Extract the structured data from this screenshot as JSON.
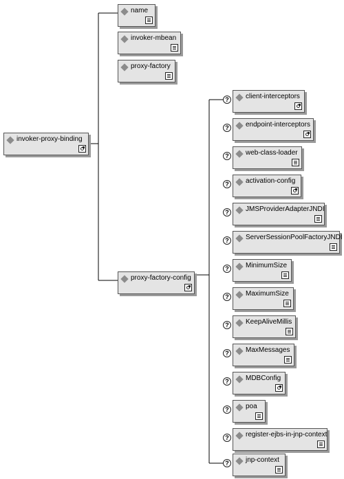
{
  "root": {
    "label": "invoker-proxy-binding",
    "badge": "complex"
  },
  "top_children": [
    {
      "label": "name",
      "badge": "simple"
    },
    {
      "label": "invoker-mbean",
      "badge": "simple"
    },
    {
      "label": "proxy-factory",
      "badge": "simple"
    },
    {
      "label": "proxy-factory-config",
      "badge": "complex"
    }
  ],
  "config_children": [
    {
      "label": "client-interceptors",
      "badge": "complex",
      "optional_marker": "?"
    },
    {
      "label": "endpoint-interceptors",
      "badge": "complex",
      "optional_marker": "?"
    },
    {
      "label": "web-class-loader",
      "badge": "simple",
      "optional_marker": "?"
    },
    {
      "label": "activation-config",
      "badge": "complex",
      "optional_marker": "?"
    },
    {
      "label": "JMSProviderAdapterJNDI",
      "badge": "simple",
      "optional_marker": "?"
    },
    {
      "label": "ServerSessionPoolFactoryJNDI",
      "badge": "simple",
      "optional_marker": "?"
    },
    {
      "label": "MinimumSize",
      "badge": "simple",
      "optional_marker": "?"
    },
    {
      "label": "MaximumSize",
      "badge": "simple",
      "optional_marker": "?"
    },
    {
      "label": "KeepAliveMillis",
      "badge": "simple",
      "optional_marker": "?"
    },
    {
      "label": "MaxMessages",
      "badge": "simple",
      "optional_marker": "?"
    },
    {
      "label": "MDBConfig",
      "badge": "complex",
      "optional_marker": "?"
    },
    {
      "label": "poa",
      "badge": "simple",
      "optional_marker": "?"
    },
    {
      "label": "register-ejbs-in-jnp-context",
      "badge": "simple",
      "optional_marker": "?"
    },
    {
      "label": "jnp-context",
      "badge": "simple",
      "optional_marker": "?"
    }
  ]
}
